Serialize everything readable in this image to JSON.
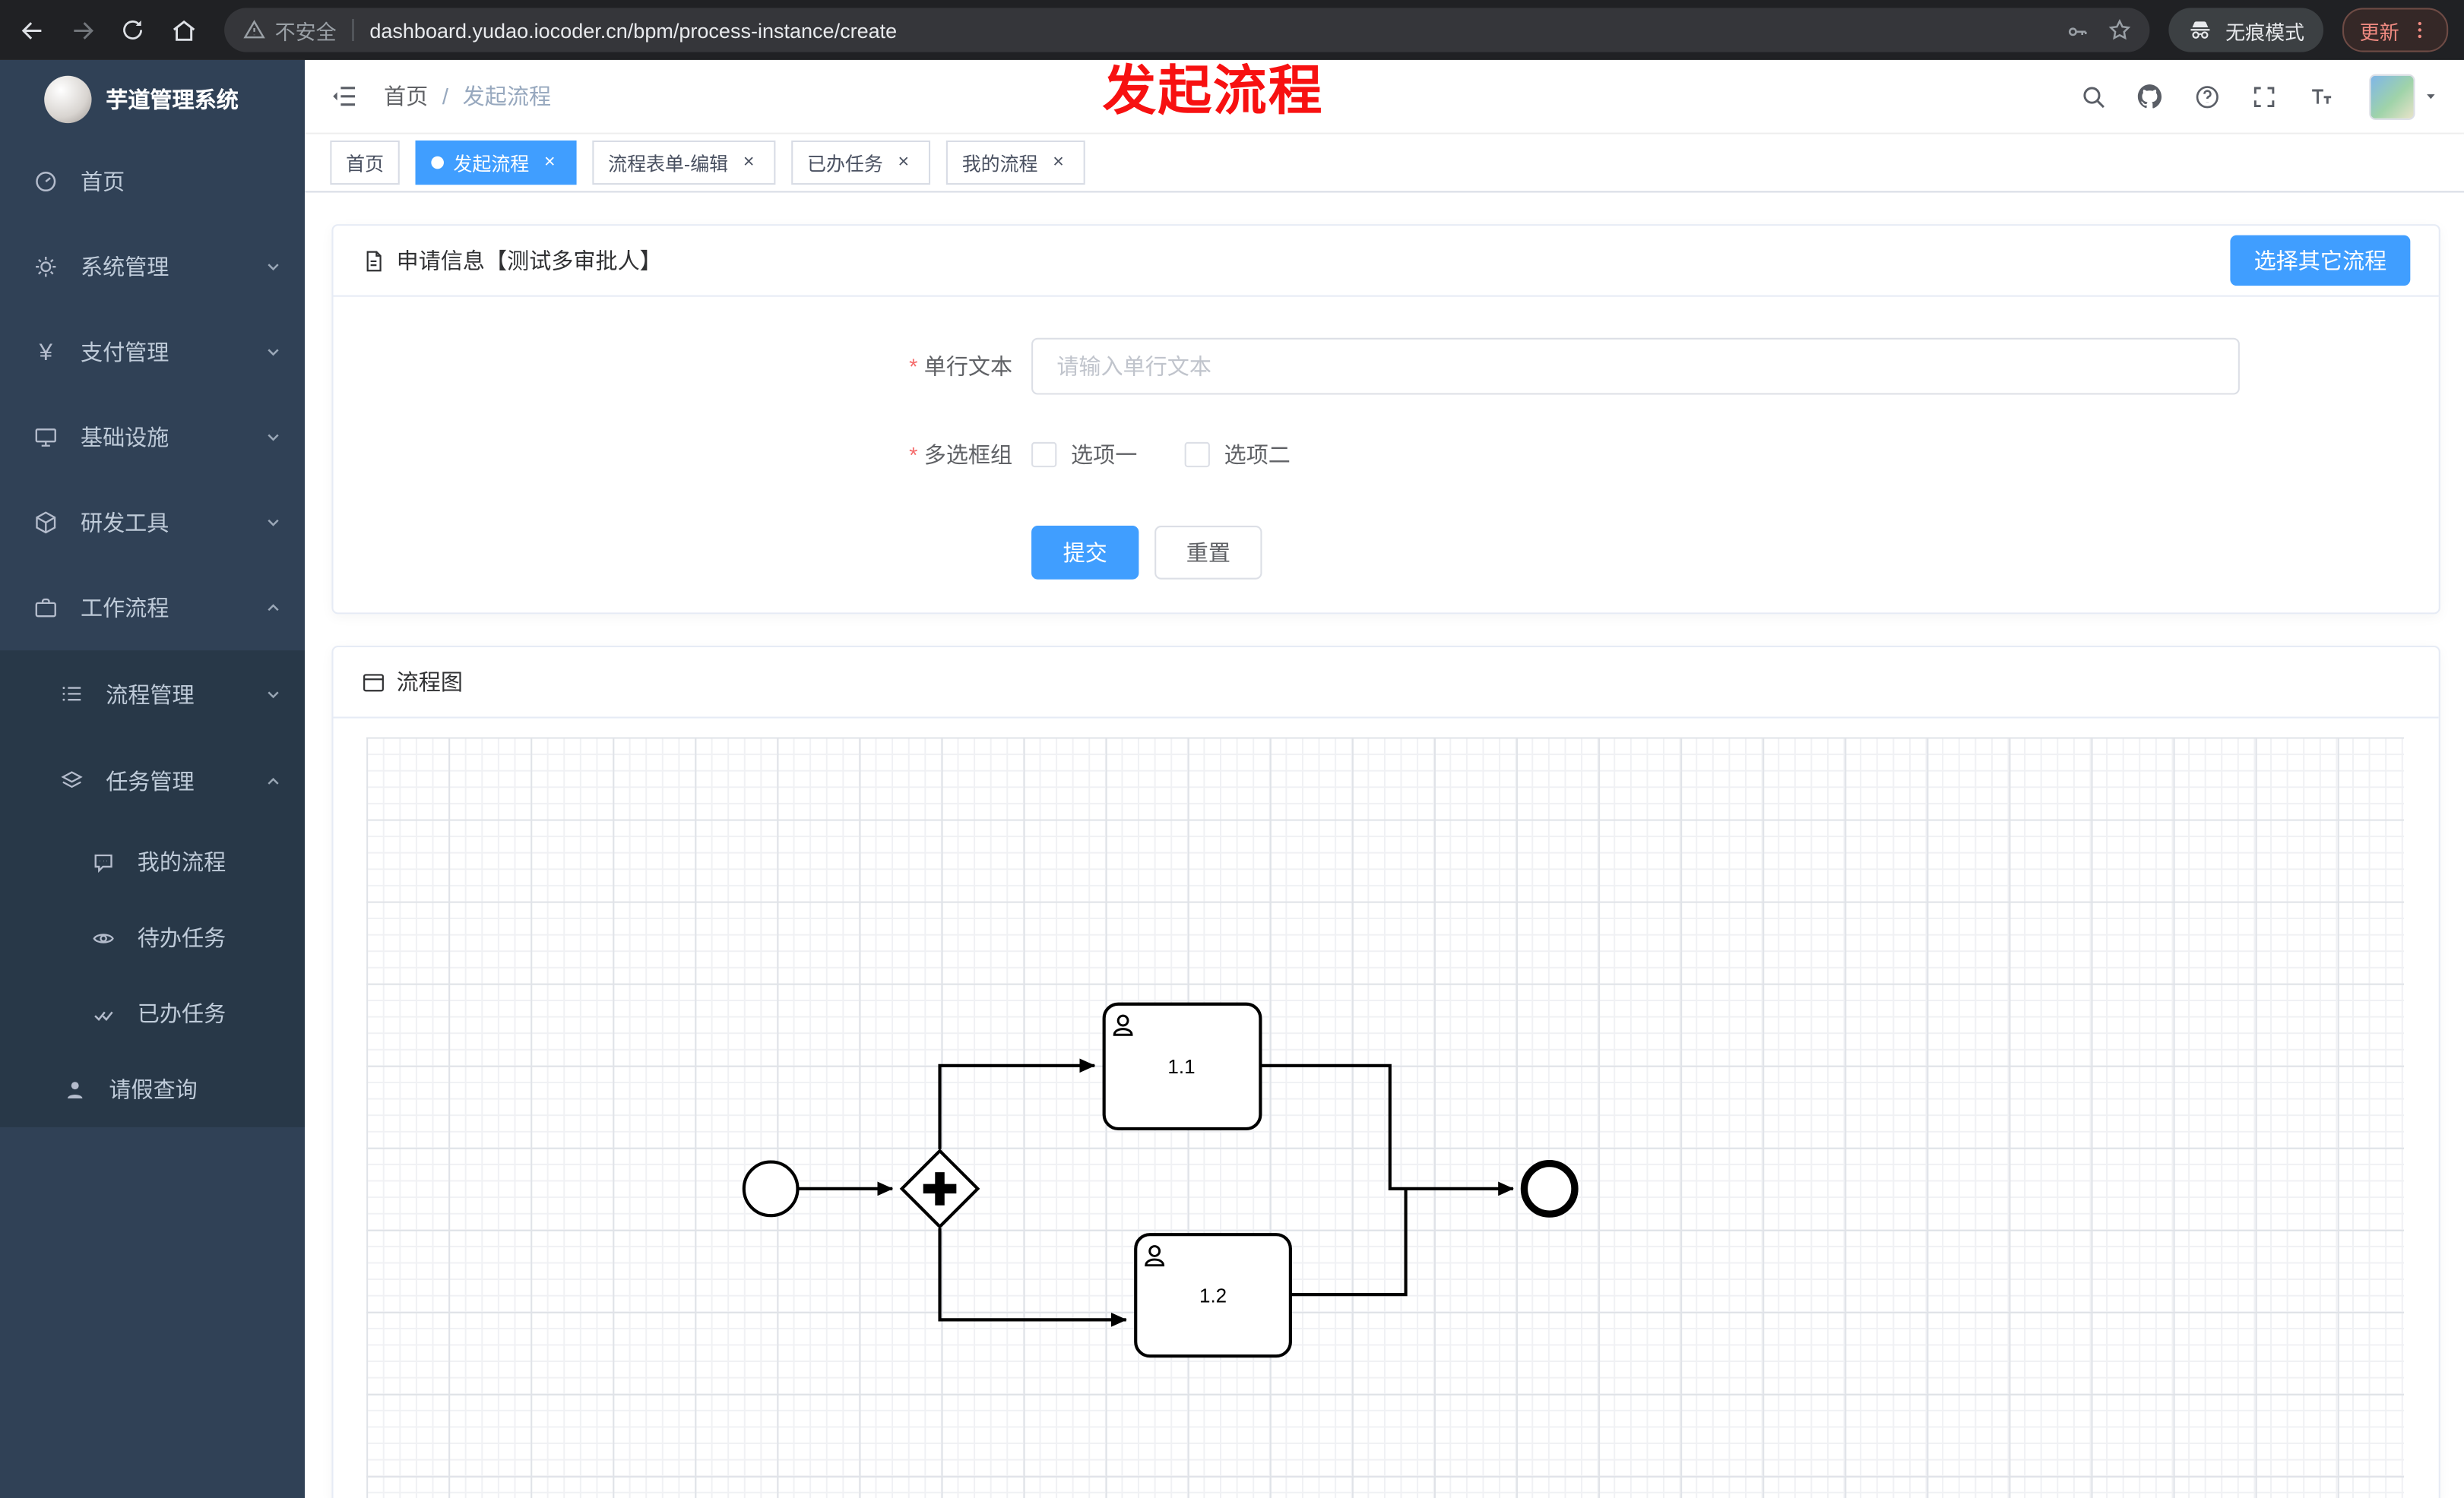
{
  "browser": {
    "security_label": "不安全",
    "url": "dashboard.yudao.iocoder.cn/bpm/process-instance/create",
    "incognito_label": "无痕模式",
    "update_label": "更新"
  },
  "annotation": {
    "text": "发起流程"
  },
  "ui": {
    "close_glyph": "×",
    "breadcrumb_separator": "/",
    "required_glyph": "*",
    "yen_glyph": "¥"
  },
  "sidebar": {
    "logo_title": "芋道管理系统",
    "items": [
      {
        "label": "首页",
        "icon": "dashboard-icon",
        "expandable": false
      },
      {
        "label": "系统管理",
        "icon": "gear-icon",
        "expandable": true,
        "state": "collapsed"
      },
      {
        "label": "支付管理",
        "icon": "yen-icon",
        "expandable": true,
        "state": "collapsed"
      },
      {
        "label": "基础设施",
        "icon": "monitor-icon",
        "expandable": true,
        "state": "collapsed"
      },
      {
        "label": "研发工具",
        "icon": "cube-icon",
        "expandable": true,
        "state": "collapsed"
      },
      {
        "label": "工作流程",
        "icon": "briefcase-icon",
        "expandable": true,
        "state": "expanded"
      }
    ],
    "workflow_submenu": [
      {
        "label": "流程管理",
        "icon": "list-icon",
        "state": "collapsed"
      },
      {
        "label": "任务管理",
        "icon": "layers-icon",
        "state": "expanded"
      }
    ],
    "task_submenu": [
      {
        "label": "我的流程",
        "icon": "chat-icon"
      },
      {
        "label": "待办任务",
        "icon": "eye-icon"
      },
      {
        "label": "已办任务",
        "icon": "check-icon"
      }
    ],
    "leave_query_label": "请假查询"
  },
  "navbar": {
    "breadcrumb": {
      "home": "首页",
      "current": "发起流程"
    }
  },
  "tabs": [
    {
      "label": "首页",
      "active": false,
      "closable": false
    },
    {
      "label": "发起流程",
      "active": true,
      "closable": true
    },
    {
      "label": "流程表单-编辑",
      "active": false,
      "closable": true
    },
    {
      "label": "已办任务",
      "active": false,
      "closable": true
    },
    {
      "label": "我的流程",
      "active": false,
      "closable": true
    }
  ],
  "form_card": {
    "title": "申请信息【测试多审批人】",
    "select_other_label": "选择其它流程",
    "single_line": {
      "label": "单行文本",
      "required": true,
      "value": "",
      "placeholder": "请输入单行文本"
    },
    "checkbox_group": {
      "label": "多选框组",
      "required": true,
      "options": [
        "选项一",
        "选项二"
      ],
      "checked": [
        false,
        false
      ]
    },
    "submit_label": "提交",
    "reset_label": "重置"
  },
  "diagram_card": {
    "title": "流程图",
    "type": "bpmn",
    "nodes": [
      "start-event",
      "parallel-gateway",
      "user-task-1.1",
      "user-task-1.2",
      "end-event"
    ],
    "tasks": [
      {
        "label": "1.1"
      },
      {
        "label": "1.2"
      }
    ]
  },
  "colors": {
    "accent": "#409eff",
    "sidebar_bg": "#304156",
    "submenu_bg": "#283848",
    "browser_bg": "#202124",
    "annotation_red": "#f71111",
    "required_red": "#f56c6c",
    "border": "#e6ebf5"
  }
}
